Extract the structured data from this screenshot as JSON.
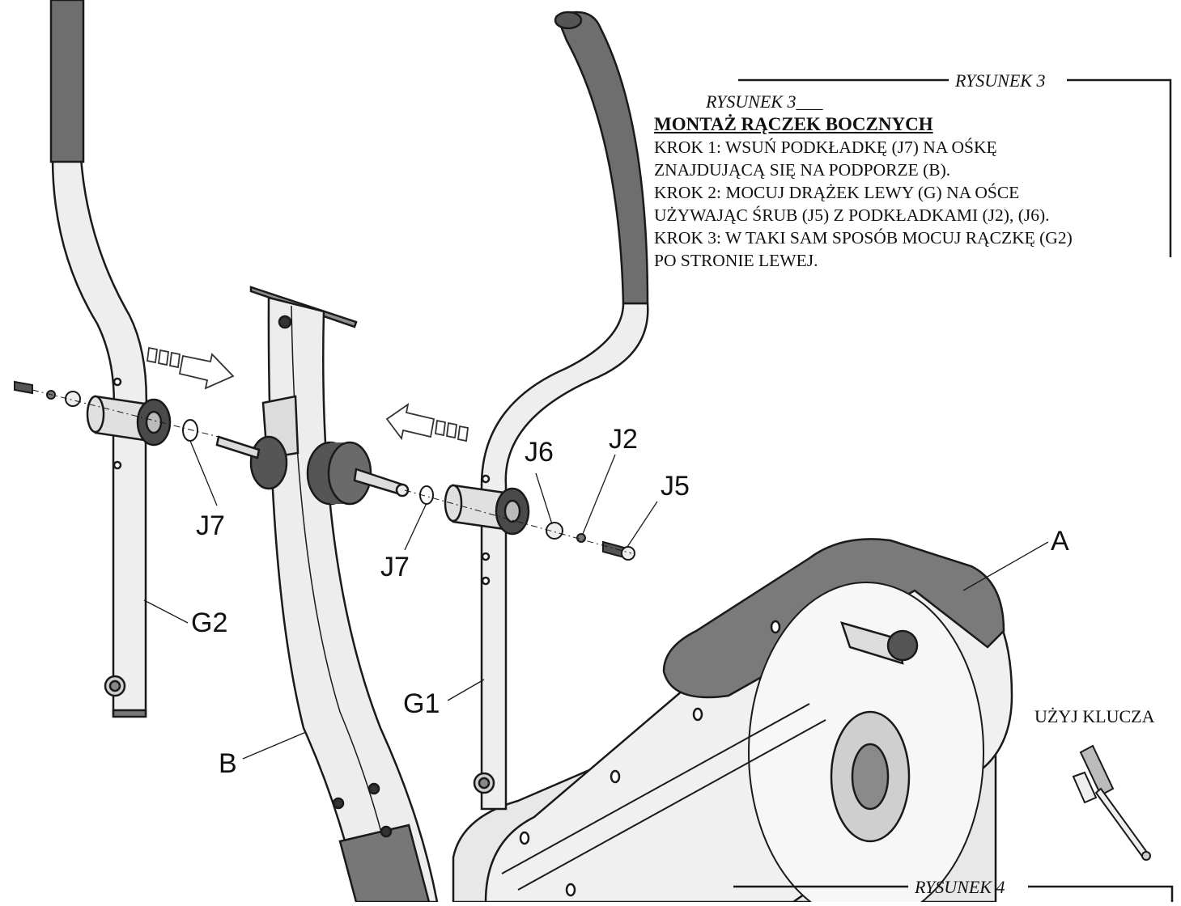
{
  "frames": {
    "top_caption": "RYSUNEK 3",
    "bottom_caption": "RYSUNEK 4"
  },
  "instructions": {
    "subtitle": "RYSUNEK 3___",
    "heading": "MONTAŻ RĄCZEK BOCZNYCH",
    "lines": [
      "KROK 1: WSUŃ PODKŁADKĘ (J7) NA OŚKĘ",
      "ZNAJDUJĄCĄ SIĘ NA PODPORZE (B).",
      "KROK 2: MOCUJ DRĄŻEK LEWY (G) NA OŚCE",
      "UŻYWAJĄC ŚRUB (J5) Z PODKŁADKAMI (J2), (J6).",
      "KROK 3: W TAKI SAM SPOSÓB MOCUJ RĄCZKĘ (G2)",
      "PO STRONIE LEWEJ."
    ]
  },
  "tool_note": "UŻYJ KLUCZA",
  "part_labels": {
    "j7_left": "J7",
    "j7_right": "J7",
    "j6": "J6",
    "j2": "J2",
    "j5": "J5",
    "a": "A",
    "g2": "G2",
    "g1": "G1",
    "b": "B"
  },
  "colors": {
    "line": "#1a1a1a",
    "tube": "#ececec",
    "grip": "#6e6e6e",
    "dark": "#4a4a4a",
    "frame": "#d9d9d9"
  }
}
